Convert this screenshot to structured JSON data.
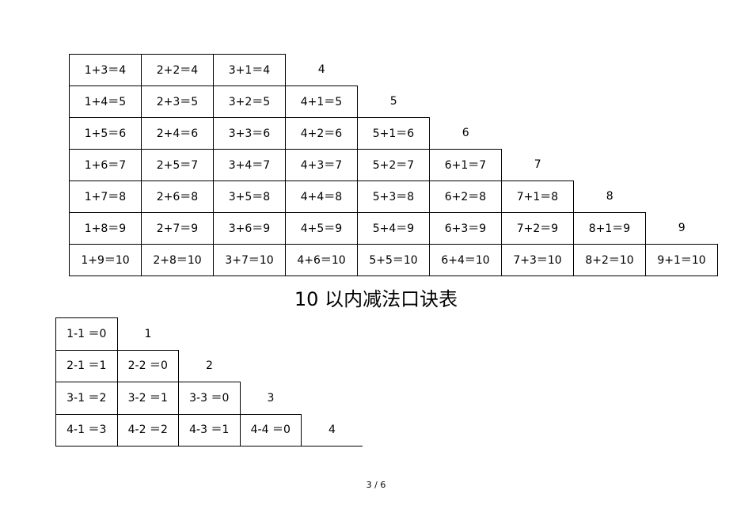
{
  "addition_table": {
    "rows": [
      {
        "cells": [
          "1+3＝4",
          "2+2＝4",
          "3+1＝4"
        ],
        "result": "4"
      },
      {
        "cells": [
          "1+4＝5",
          "2+3＝5",
          "3+2＝5",
          "4+1＝5"
        ],
        "result": "5"
      },
      {
        "cells": [
          "1+5＝6",
          "2+4＝6",
          "3+3＝6",
          "4+2＝6",
          "5+1＝6"
        ],
        "result": "6"
      },
      {
        "cells": [
          "1+6＝7",
          "2+5＝7",
          "3+4＝7",
          "4+3＝7",
          "5+2＝7",
          "6+1＝7"
        ],
        "result": "7"
      },
      {
        "cells": [
          "1+7＝8",
          "2+6＝8",
          "3+5＝8",
          "4+4＝8",
          "5+3＝8",
          "6+2＝8",
          "7+1＝8"
        ],
        "result": "8"
      },
      {
        "cells": [
          "1+8＝9",
          "2+7＝9",
          "3+6＝9",
          "4+5＝9",
          "5+4＝9",
          "6+3＝9",
          "7+2＝9",
          "8+1＝9"
        ],
        "result": "9"
      },
      {
        "cells": [
          "1+9＝10",
          "2+8＝10",
          "3+7＝10",
          "4+6＝10",
          "5+5＝10",
          "6+4＝10",
          "7+3＝10",
          "8+2＝10",
          "9+1＝10"
        ],
        "result": ""
      }
    ]
  },
  "subtraction_title": "10 以内减法口诀表",
  "subtraction_table": {
    "rows": [
      {
        "cells": [
          "1-1 ＝0"
        ],
        "result": "1"
      },
      {
        "cells": [
          "2-1 ＝1",
          "2-2 ＝0"
        ],
        "result": "2"
      },
      {
        "cells": [
          "3-1 ＝2",
          "3-2 ＝1",
          "3-3 ＝0"
        ],
        "result": "3"
      },
      {
        "cells": [
          "4-1 ＝3",
          "4-2 ＝2",
          "4-3 ＝1",
          "4-4 ＝0"
        ],
        "result": "4"
      }
    ]
  },
  "page_number": "3 / 6"
}
